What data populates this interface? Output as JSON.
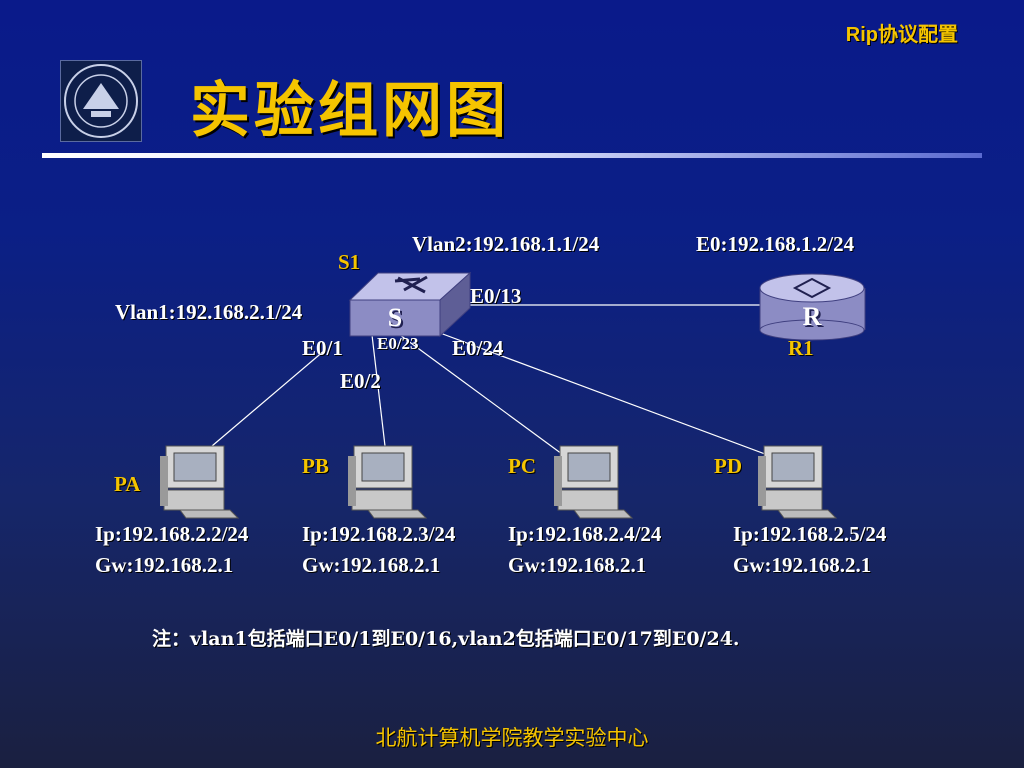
{
  "header": {
    "topic": "Rip协议配置",
    "title": "实验组网图"
  },
  "switch": {
    "name": "S1",
    "icon_letter": "S",
    "vlan1": "Vlan1:192.168.2.1/24",
    "vlan2": "Vlan2:192.168.1.1/24"
  },
  "router": {
    "name": "R1",
    "icon_letter": "R",
    "e0": "E0:192.168.1.2/24"
  },
  "ports": {
    "e0_13": "E0/13",
    "e0_1": "E0/1",
    "e0_23": "E0/23",
    "e0_24": "E0/24",
    "e0_2": "E0/2"
  },
  "hosts": [
    {
      "name": "PA",
      "ip": "Ip:192.168.2.2/24",
      "gw": "Gw:192.168.2.1"
    },
    {
      "name": "PB",
      "ip": "Ip:192.168.2.3/24",
      "gw": "Gw:192.168.2.1"
    },
    {
      "name": "PC",
      "ip": "Ip:192.168.2.4/24",
      "gw": "Gw:192.168.2.1"
    },
    {
      "name": "PD",
      "ip": "Ip:192.168.2.5/24",
      "gw": "Gw:192.168.2.1"
    }
  ],
  "note": "注：vlan1包括端口E0/1到E0/16,vlan2包括端口E0/17到E0/24.",
  "footer": "北航计算机学院教学实验中心"
}
